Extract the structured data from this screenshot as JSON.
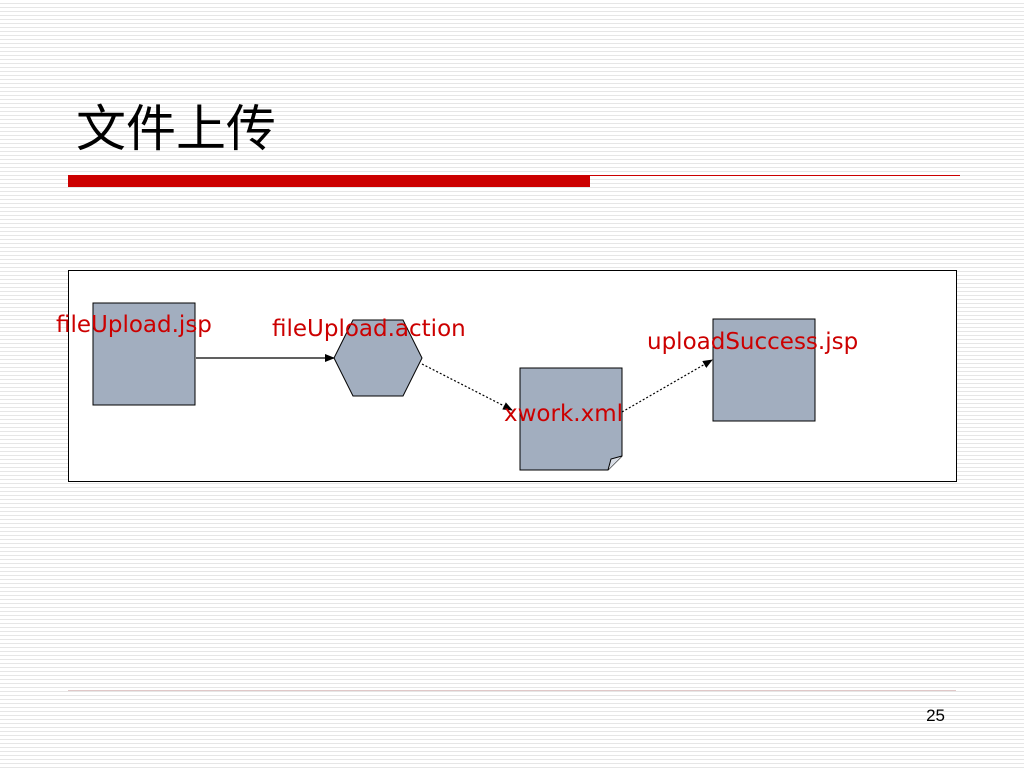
{
  "slide": {
    "title": "文件上传",
    "page_number": "25"
  },
  "diagram": {
    "nodes": [
      {
        "id": "fileupload-jsp",
        "shape": "rectangle",
        "label": "fileUpload.jsp"
      },
      {
        "id": "fileupload-action",
        "shape": "hexagon",
        "label": "fileUpload.action"
      },
      {
        "id": "xwork-xml",
        "shape": "folded-document",
        "label": "xwork.xml"
      },
      {
        "id": "uploadsuccess-jsp",
        "shape": "rectangle",
        "label": "uploadSuccess.jsp"
      }
    ],
    "edges": [
      {
        "from": "fileupload-jsp",
        "to": "fileupload-action",
        "style": "solid"
      },
      {
        "from": "fileupload-action",
        "to": "xwork-xml",
        "style": "dotted"
      },
      {
        "from": "xwork-xml",
        "to": "uploadsuccess-jsp",
        "style": "dotted"
      }
    ],
    "colors": {
      "node_fill": "#a2aebf",
      "label": "#cc0000",
      "accent_bar": "#cc0000"
    }
  }
}
